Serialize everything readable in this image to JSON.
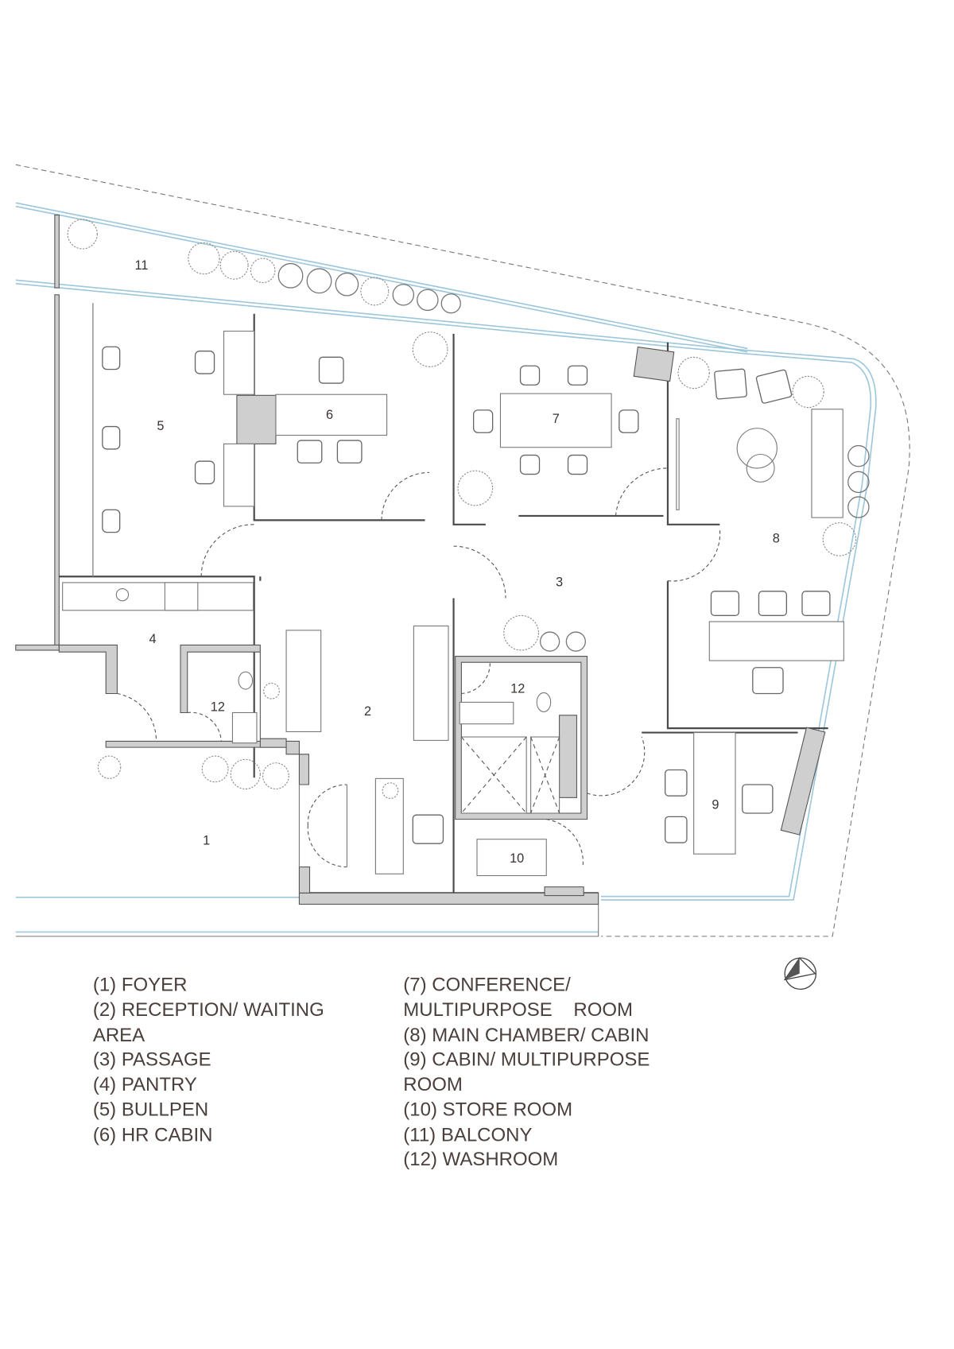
{
  "rooms": {
    "r1": "1",
    "r2": "2",
    "r3": "3",
    "r4": "4",
    "r5": "5",
    "r6": "6",
    "r7": "7",
    "r8": "8",
    "r9": "9",
    "r10": "10",
    "r11": "11",
    "r12a": "12",
    "r12b": "12"
  },
  "legend": {
    "left": [
      "(1) FOYER",
      "(2) RECEPTION/ WAITING",
      "AREA",
      "(3) PASSAGE",
      "(4) PANTRY",
      "(5) BULLPEN",
      "(6) HR CABIN"
    ],
    "right": [
      "(7) CONFERENCE/",
      "MULTIPURPOSE    ROOM",
      "(8) MAIN CHAMBER/ CABIN",
      "(9) CABIN/ MULTIPURPOSE",
      "ROOM",
      "(10) STORE ROOM",
      "(11) BALCONY",
      "(12) WASHROOM"
    ]
  },
  "colors": {
    "wall": "#4a4a4a",
    "glass": "#9cc7dc",
    "text": "#4a3f3a",
    "solid_wall": "#cfcfcf"
  }
}
